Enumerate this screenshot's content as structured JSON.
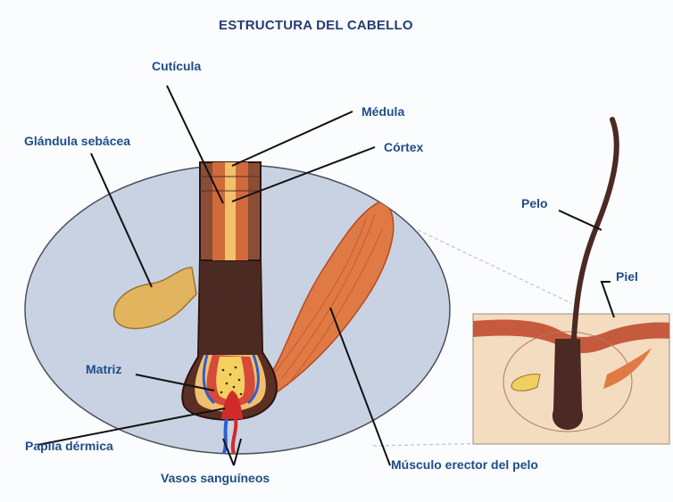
{
  "title": "ESTRUCTURA DEL CABELLO",
  "labels": {
    "cuticula": "Cutícula",
    "medula": "Médula",
    "cortex": "Córtex",
    "glandula": "Glándula sebácea",
    "matriz": "Matriz",
    "papila": "Papila dérmica",
    "vasos": "Vasos sanguíneos",
    "musculo": "Músculo erector del pelo",
    "pelo": "Pelo",
    "piel": "Piel"
  },
  "colors": {
    "text": "#1f4d87",
    "leader_lines": "#111111",
    "circle_fill": "#c9d2e2",
    "hair_shaft": "#4a2a22",
    "cortex": "#d06a3a",
    "gland": "#e2b45e",
    "muscle": "#e07a45",
    "skin_surface": "#c65a3c",
    "dermis": "#f3dcc0",
    "blood_red": "#d22a2a",
    "blood_blue": "#2f5fd0"
  }
}
